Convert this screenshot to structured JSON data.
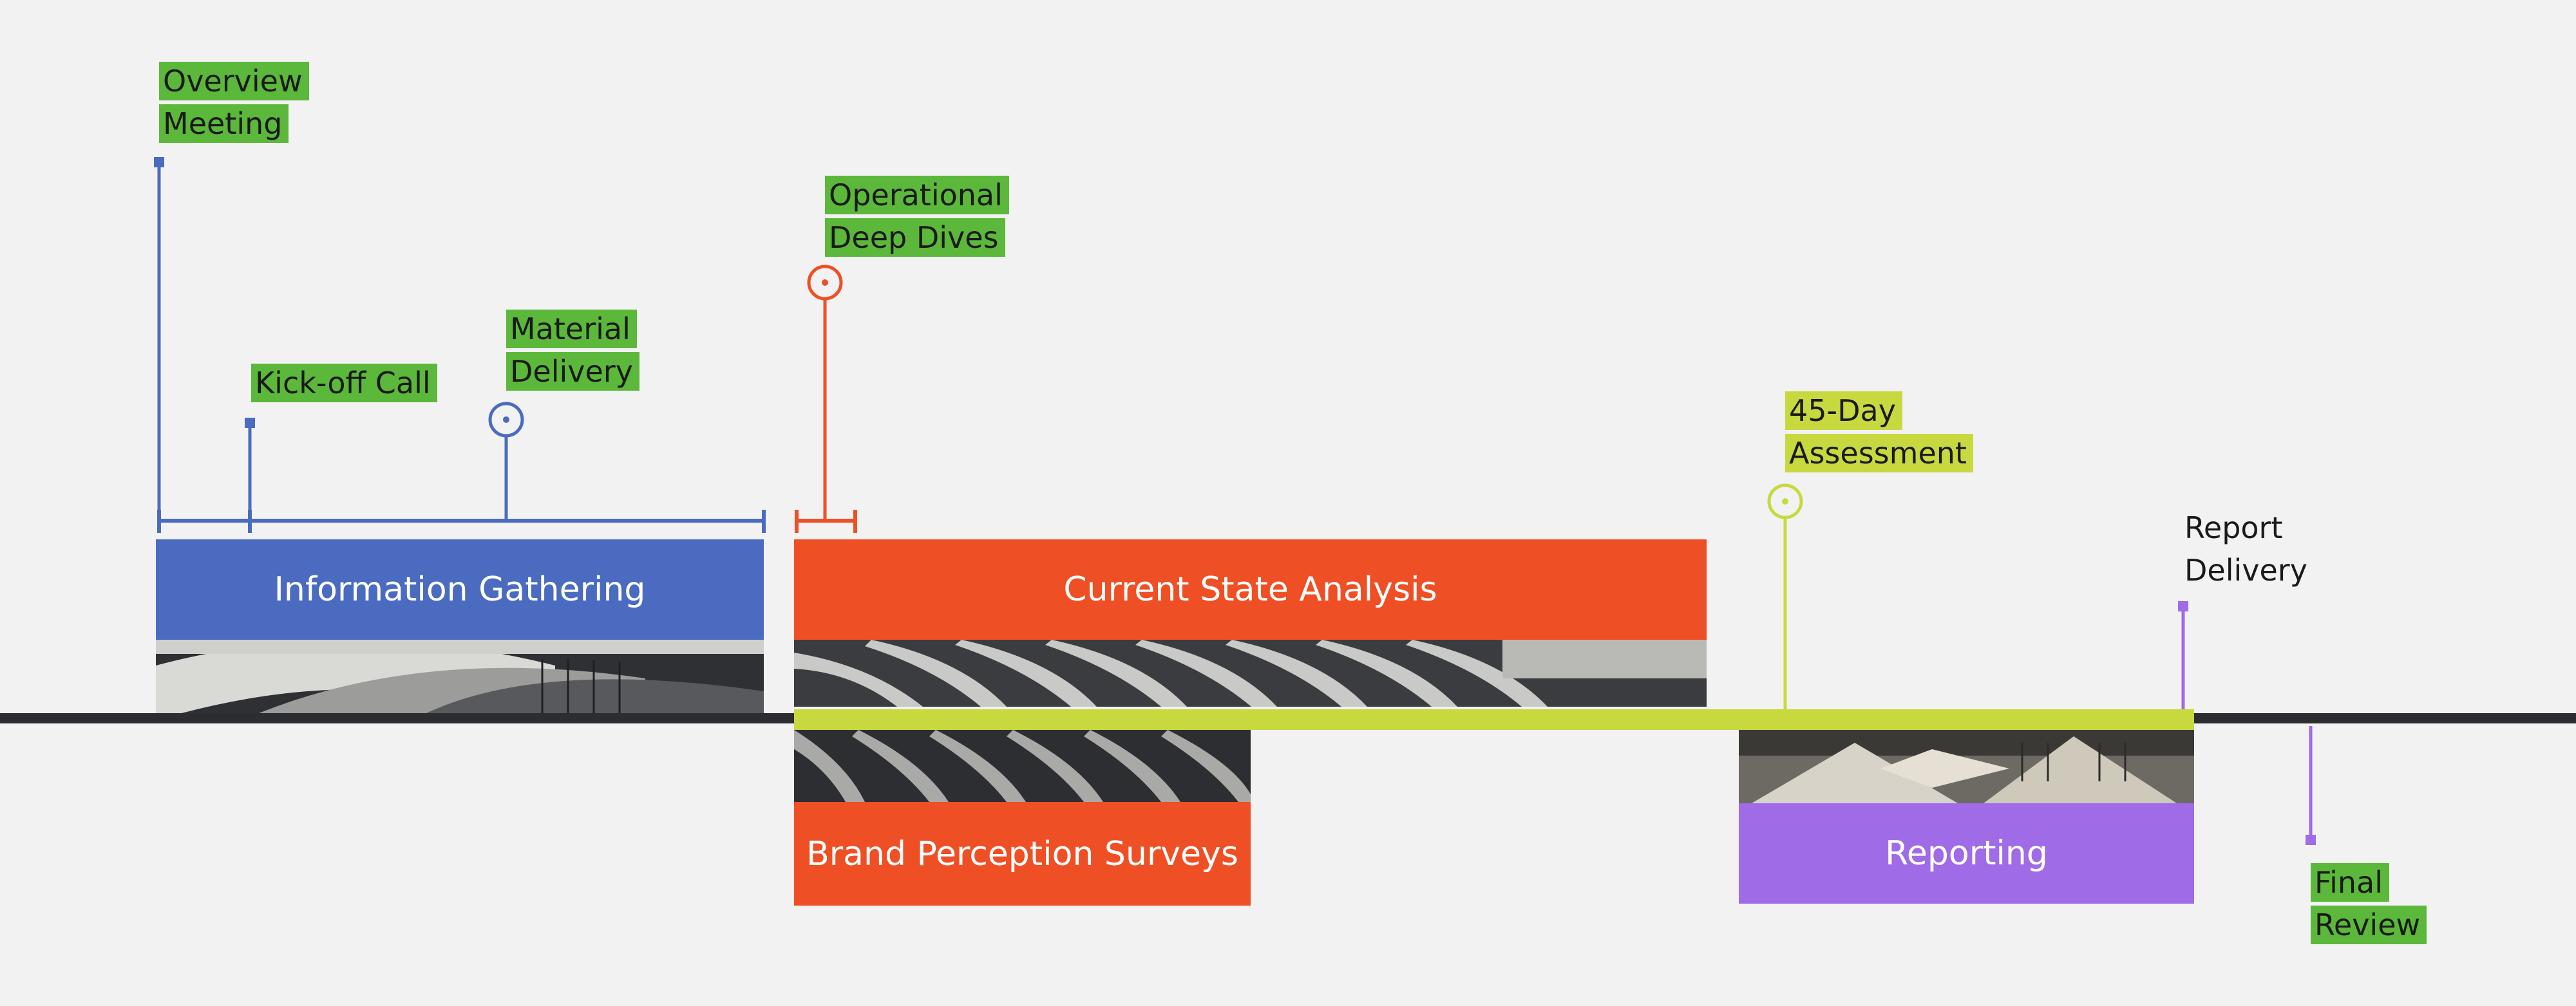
{
  "colors": {
    "background": "#f2f2f2",
    "axis": "#2b2d31",
    "blue": "#4a6bbf",
    "orange": "#ef4f24",
    "lime": "#c8d940",
    "purple": "#9f6be6",
    "label_green": "#5cb83a",
    "label_lime": "#c8d940"
  },
  "phases": {
    "information_gathering": "Information Gathering",
    "current_state_analysis": "Current State Analysis",
    "brand_perception_surveys": "Brand Perception Surveys",
    "reporting": "Reporting"
  },
  "milestones": {
    "overview_meeting": [
      "Overview",
      "Meeting"
    ],
    "kickoff_call": [
      "Kick-off Call"
    ],
    "material_delivery": [
      "Material",
      "Delivery"
    ],
    "operational_deep_dives": [
      "Operational",
      "Deep Dives"
    ],
    "assessment": [
      "45-Day",
      "Assessment"
    ],
    "report_delivery": [
      "Report",
      "Delivery"
    ],
    "final_review": [
      "Final",
      "Review"
    ]
  },
  "icons": {
    "square_marker": "square-marker-icon",
    "circle_marker": "circle-marker-icon",
    "photo": "architecture-photo-icon"
  }
}
